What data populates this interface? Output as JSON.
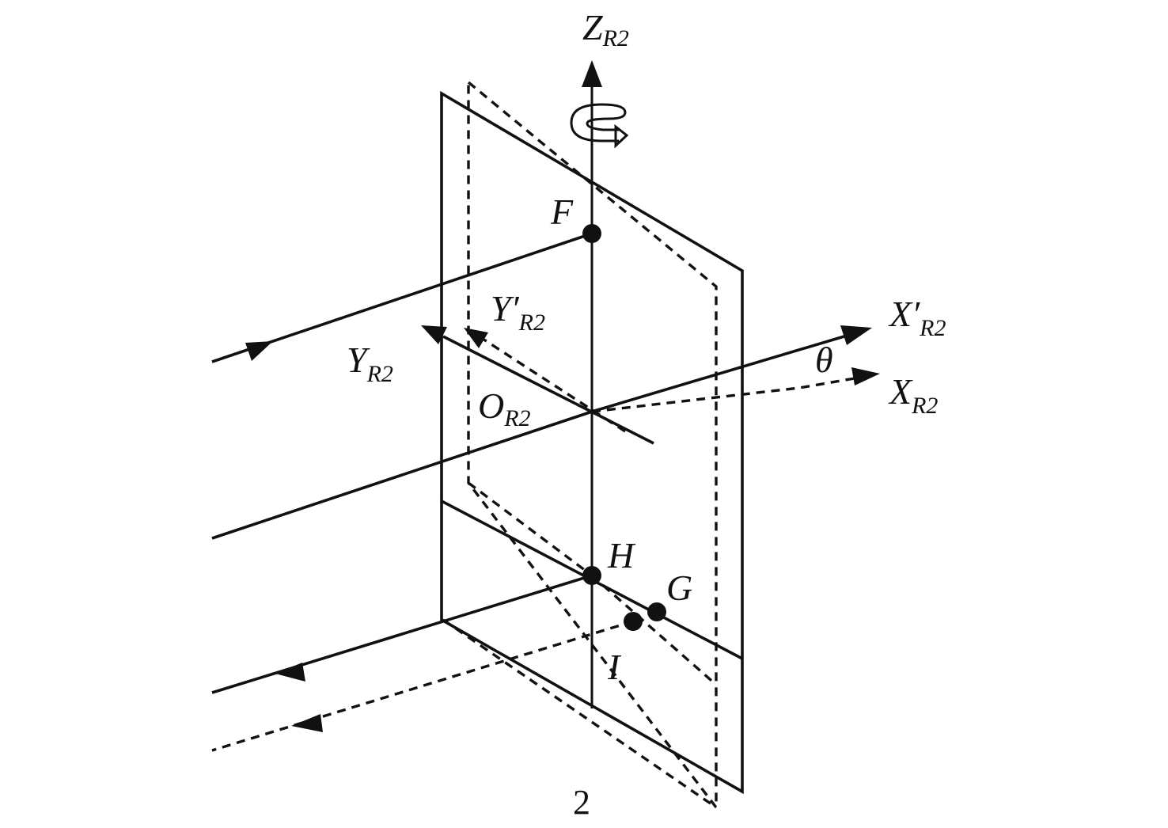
{
  "labels": {
    "z_axis": {
      "main": "Z",
      "sub": "R2"
    },
    "x_prime_axis": {
      "main": "X′",
      "sub": "R2"
    },
    "x_axis": {
      "main": "X",
      "sub": "R2"
    },
    "y_prime_axis": {
      "main": "Y′",
      "sub": "R2"
    },
    "y_axis": {
      "main": "Y",
      "sub": "R2"
    },
    "origin": {
      "main": "O",
      "sub": "R2"
    },
    "theta": "θ",
    "point_f": "F",
    "point_h": "H",
    "point_g": "G",
    "point_i": "I",
    "figure_number": "2"
  }
}
